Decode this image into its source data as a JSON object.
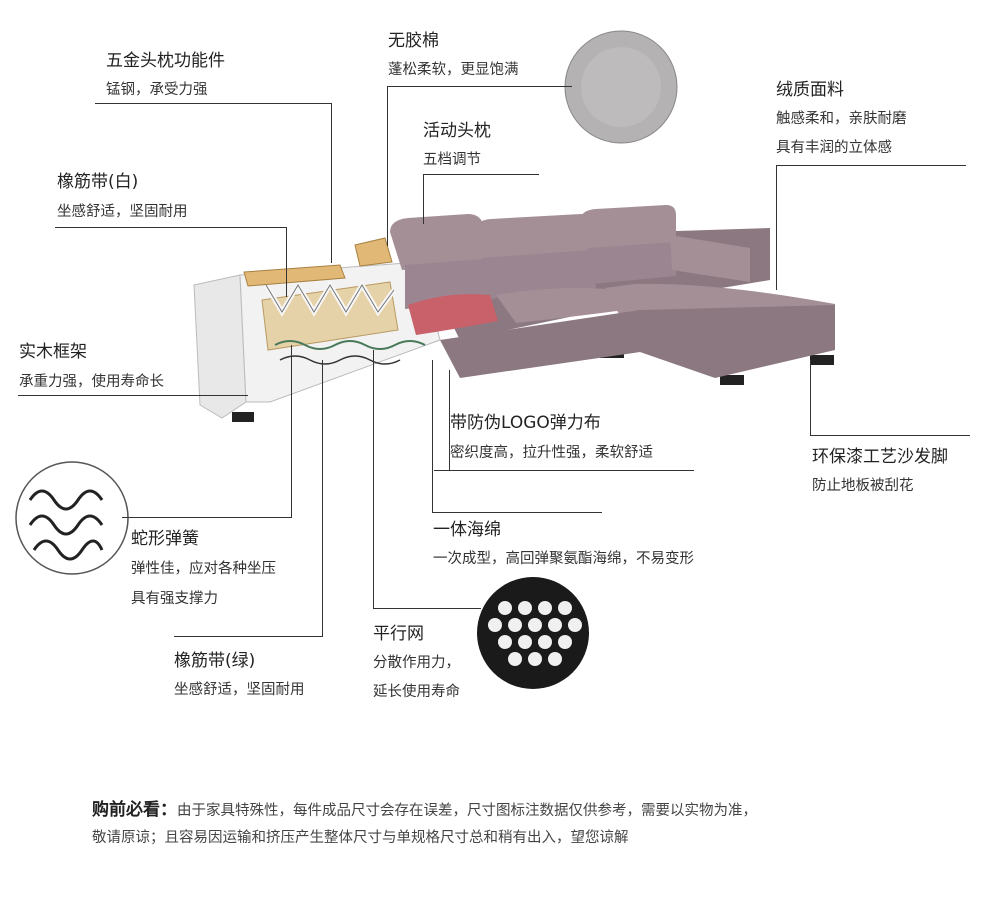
{
  "labels": {
    "hardware_headrest": {
      "title": "五金头枕功能件",
      "desc": "锰钢，承受力强"
    },
    "no_glue_cotton": {
      "title": "无胶棉",
      "desc": "蓬松柔软，更显饱满"
    },
    "movable_headrest": {
      "title": "活动头枕",
      "desc": "五档调节"
    },
    "velvet_fabric": {
      "title": "绒质面料",
      "desc1": "触感柔和，亲肤耐磨",
      "desc2": "具有丰润的立体感"
    },
    "elastic_band_white": {
      "title": "橡筋带(白)",
      "desc": "坐感舒适，坚固耐用"
    },
    "wood_frame": {
      "title": "实木框架",
      "desc": "承重力强，使用寿命长"
    },
    "logo_cloth": {
      "title": "带防伪LOGO弹力布",
      "desc": "密织度高，拉升性强，柔软舒适"
    },
    "sofa_feet": {
      "title": "环保漆工艺沙发脚",
      "desc": "防止地板被刮花"
    },
    "serpentine_spring": {
      "title": "蛇形弹簧",
      "desc1": "弹性佳，应对各种坐压",
      "desc2": "具有强支撑力"
    },
    "one_piece_sponge": {
      "title": "一体海绵",
      "desc": "一次成型，高回弹聚氨酯海绵，不易变形"
    },
    "elastic_band_green": {
      "title": "橡筋带(绿)",
      "desc": "坐感舒适，坚固耐用"
    },
    "parallel_mesh": {
      "title": "平行网",
      "desc1": "分散作用力，",
      "desc2": "延长使用寿命"
    }
  },
  "notice": {
    "heading": "购前必看：",
    "line1": "由于家具特殊性，每件成品尺寸会存在误差，尺寸图标注数据仅供参考，需要以实物为准，",
    "line2": "敬请原谅；且容易因运输和挤压产生整体尺寸与单规格尺寸总和稍有出入，望您谅解"
  },
  "colors": {
    "fabric": "#a48f97",
    "fabric_dark": "#8c7880",
    "wood": "#e2b877",
    "frame": "#ececec",
    "logo_red": "#c9616a"
  }
}
